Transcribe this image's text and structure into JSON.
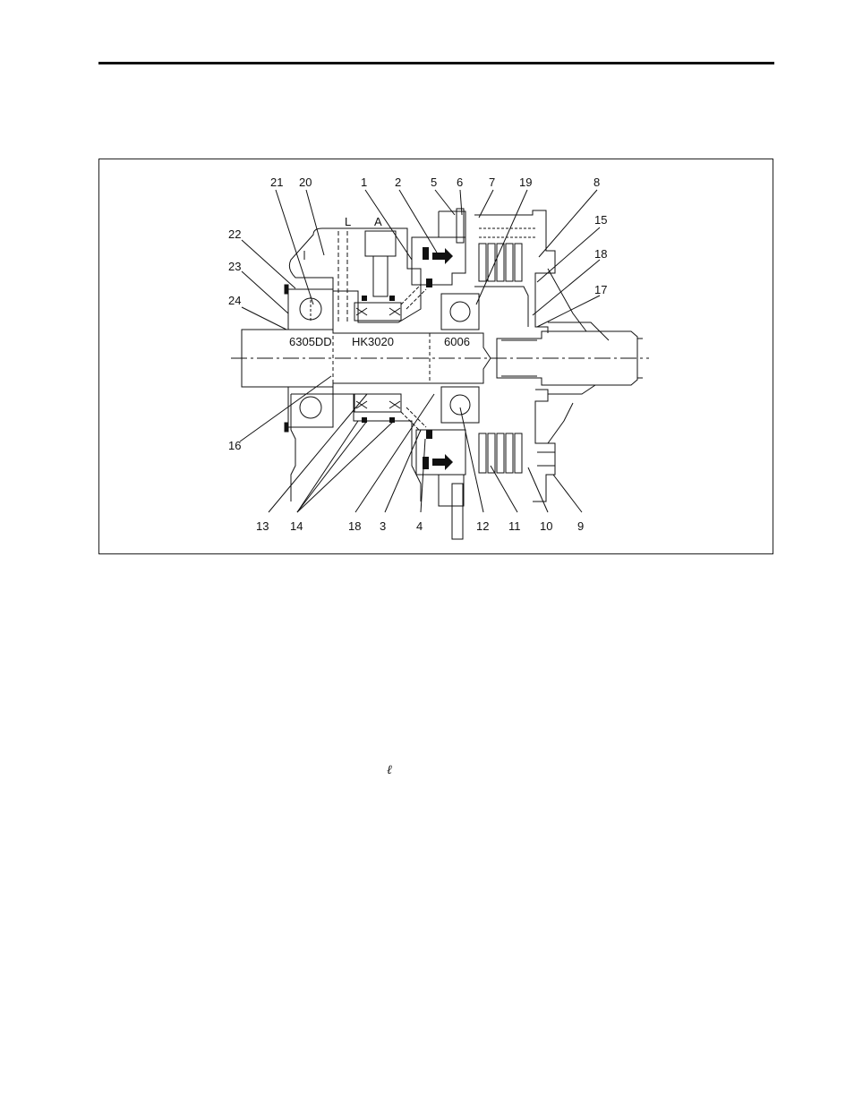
{
  "callouts": {
    "top": [
      "21",
      "20",
      "1",
      "2",
      "5",
      "6",
      "7",
      "19",
      "8"
    ],
    "left": [
      "22",
      "23",
      "24",
      "16"
    ],
    "right": [
      "15",
      "18",
      "17"
    ],
    "bottom": [
      "13",
      "14",
      "18",
      "3",
      "4",
      "12",
      "11",
      "10",
      "9"
    ]
  },
  "port_labels": {
    "l": "L",
    "a": "A"
  },
  "bearings": {
    "left": "6305DD",
    "center": "HK3020",
    "right": "6006"
  },
  "glyph": "ℓ"
}
